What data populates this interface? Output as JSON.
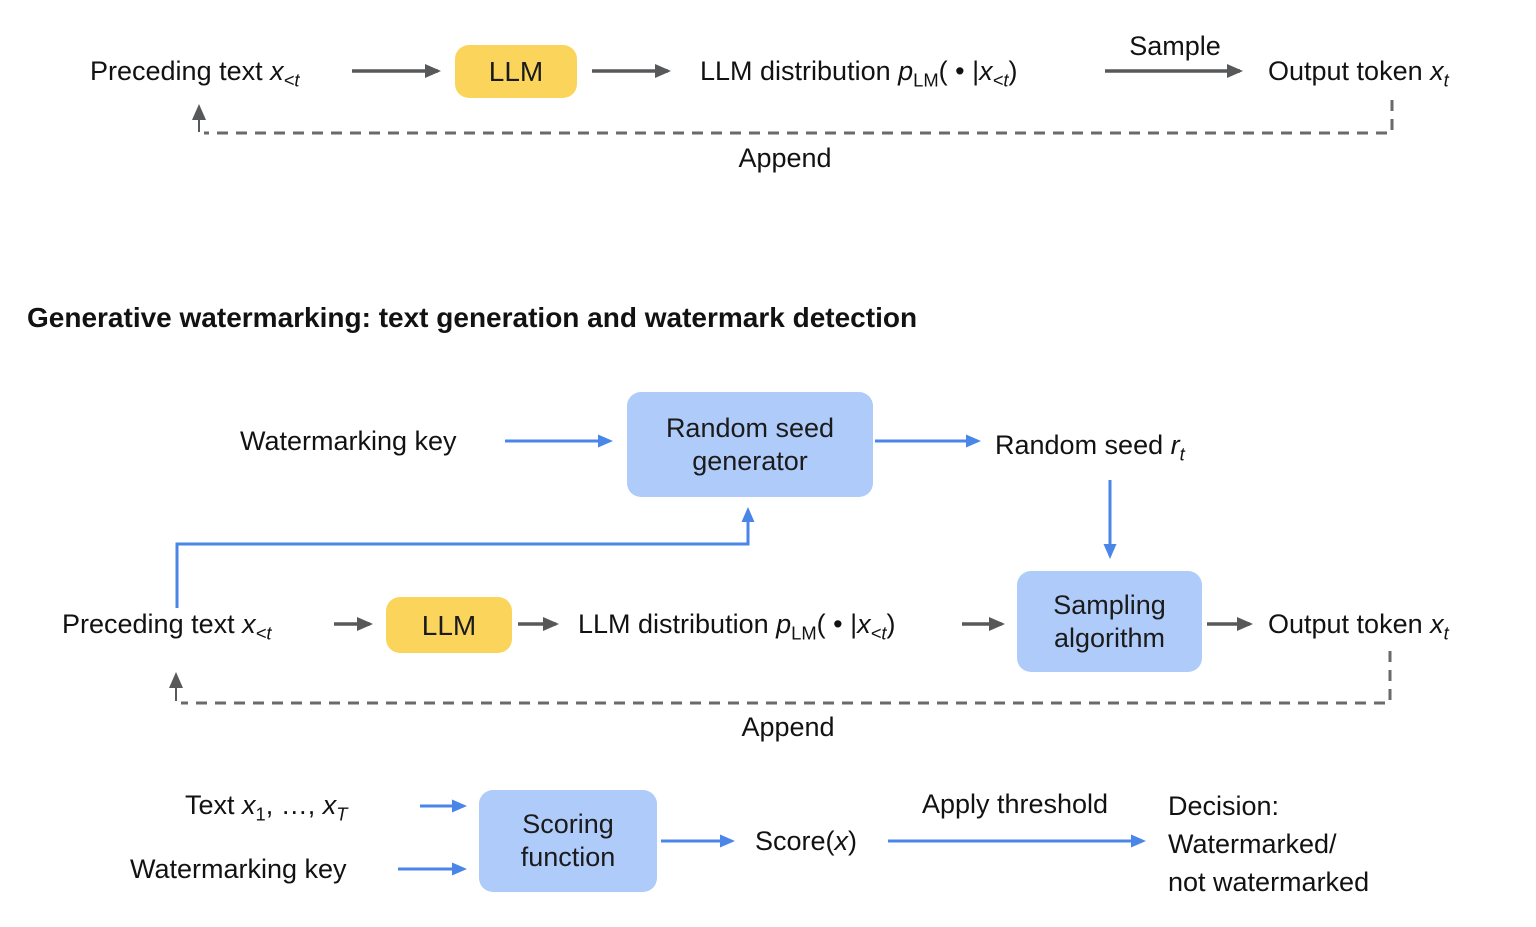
{
  "colors": {
    "background": "#ffffff",
    "text": "#121212",
    "accent_blue": "#4a86e8",
    "box_blue": "#aecbfa",
    "box_yellow": "#fbd45c",
    "arrow_gray": "#57585a",
    "dashed_gray": "#696a6c"
  },
  "heading": "Generative watermarking: text generation and watermark detection",
  "labels": {
    "preceding": {
      "text": "Preceding text ",
      "var": "x",
      "sub": "<t"
    },
    "llm": "LLM",
    "dist": {
      "pre": "LLM distribution ",
      "p": "p",
      "psub": "LM",
      "mid": "( • |",
      "var": "x",
      "varsub": "<t",
      "close": ")"
    },
    "sample": "Sample",
    "output": {
      "text": "Output token ",
      "var": "x",
      "sub": "t"
    },
    "append": "Append",
    "watermarking_key": "Watermarking key",
    "random_seed_generator": "Random seed generator",
    "random_seed": {
      "text": "Random seed ",
      "var": "r",
      "sub": "t"
    },
    "sampling_algorithm": "Sampling algorithm",
    "text_tokens": {
      "text": "Text ",
      "var1": "x",
      "sub1": "1",
      "mid": ", …, ",
      "var2": "x",
      "sub2": "T"
    },
    "scoring_function": "Scoring function",
    "score": {
      "pre": "Score(",
      "var": "x",
      "close": ")"
    },
    "apply_threshold": "Apply threshold",
    "decision_line1": "Decision:",
    "decision_line2": "Watermarked/",
    "decision_line3": "not watermarked"
  }
}
